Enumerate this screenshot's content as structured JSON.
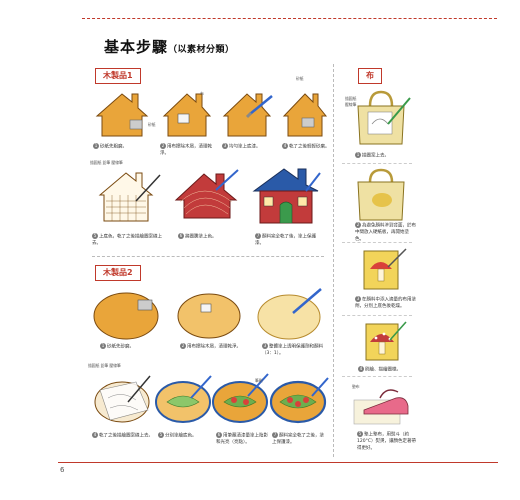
{
  "header": {
    "title": "基本步驟",
    "subtitle": "（以素材分類）"
  },
  "page_number": "6",
  "sections": {
    "wood1": {
      "label": "木製品1"
    },
    "wood2": {
      "label": "木製品2"
    },
    "cloth": {
      "label": "布"
    }
  },
  "wood1_steps": [
    {
      "num": "1",
      "text": "砂紙先粗磨。",
      "callout": "砂紙"
    },
    {
      "num": "2",
      "text": "用布擦除木屑，清理乾淨。",
      "callout": "布"
    },
    {
      "num": "3",
      "text": "均勻塗上底漆。",
      "callout": ""
    },
    {
      "num": "4",
      "text": "乾了之後輕輕砂磨。",
      "callout": "砂紙"
    },
    {
      "num": "5",
      "text": "上底色，乾了之後描繪圖案線上去。",
      "callout": "描圖紙 鉛筆 壓線筆"
    },
    {
      "num": "6",
      "text": "將圖騰塗上色。",
      "callout": ""
    },
    {
      "num": "7",
      "text": "顏料完全乾了後，塗上保護漆。",
      "callout": ""
    }
  ],
  "wood2_steps": [
    {
      "num": "1",
      "text": "砂紙先砂磨。",
      "callout": ""
    },
    {
      "num": "2",
      "text": "用布擦除木屑，清理乾淨。",
      "callout": ""
    },
    {
      "num": "3",
      "text": "整體塗上透明保護劑和顏料（3：1）。",
      "callout": ""
    },
    {
      "num": "4",
      "text": "乾了之後描繪圖案線上去。",
      "callout": "描圖紙 鉛筆 壓線筆"
    },
    {
      "num": "5",
      "text": "分別塗繪底色。",
      "callout": ""
    },
    {
      "num": "6",
      "text": "用筆蘸清漆量塗上陰影和光亮（亮點）。",
      "callout": "筆刷"
    },
    {
      "num": "7",
      "text": "顏料完全乾了之後，塗上保護漆。",
      "callout": ""
    }
  ],
  "cloth_steps": [
    {
      "num": "1",
      "text": "描圖案上去。",
      "callout": "描圖紙 壓線筆"
    },
    {
      "num": "2",
      "text": "為避免顏料滲到背面，於布中間放入硬紙板，再開始塗色。",
      "callout": ""
    },
    {
      "num": "3",
      "text": "在顏料中添入適量的布用塗劑，分別上底色後乾燥。",
      "callout": ""
    },
    {
      "num": "4",
      "text": "刷繪、描繪圖樣。",
      "callout": ""
    },
    {
      "num": "5",
      "text": "墊上墊布，用熨斗（約120°C）熨燙，讓顏色定著帶得更好。",
      "callout": "墊布"
    }
  ],
  "colors": {
    "accent": "#c0392b",
    "house": "#e9a53a",
    "board": "#f2c26a",
    "red": "#c23b3b",
    "bag": "#efe1a3"
  }
}
